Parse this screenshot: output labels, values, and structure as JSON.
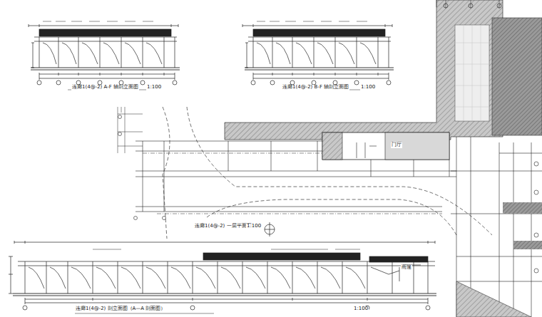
{
  "diagram": {
    "labels": [
      "连廊1(4@-2) A-F 轴剖立面图",
      "1:100",
      "连廊1(4@-2) B-F 轴剖立面图",
      "1:100",
      "连廊1(4@-2) 一层平面图",
      "1:100",
      "门厅",
      "连廊1(4@-2) 剖立面图（A—A 剖面图）",
      "1:100",
      "雨篷"
    ]
  }
}
